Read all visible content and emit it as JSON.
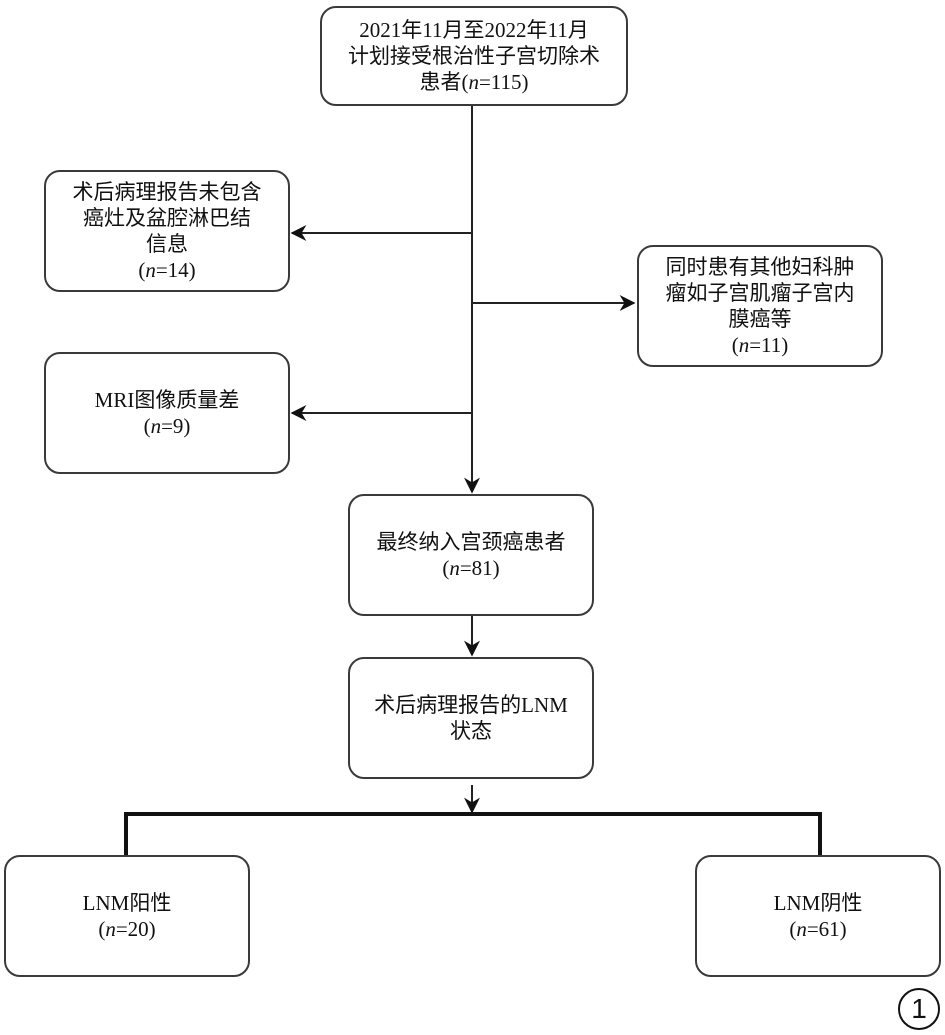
{
  "diagram": {
    "type": "flowchart",
    "nodes": {
      "start": {
        "lines": [
          "2021年11月至2022年11月",
          "计划接受根治性子宫切除术",
          "患者"
        ],
        "n_label": "n",
        "n_value": "115"
      },
      "exclude_pathology": {
        "lines": [
          "术后病理报告未包含",
          "癌灶及盆腔淋巴结",
          "信息"
        ],
        "n_label": "n",
        "n_value": "14"
      },
      "exclude_other_tumor": {
        "lines": [
          "同时患有其他妇科肿",
          "瘤如子宫肌瘤子宫内",
          "膜癌等"
        ],
        "n_label": "n",
        "n_value": "11"
      },
      "exclude_mri": {
        "lines": [
          "MRI图像质量差"
        ],
        "n_label": "n",
        "n_value": "9"
      },
      "included": {
        "lines": [
          "最终纳入宫颈癌患者"
        ],
        "n_label": "n",
        "n_value": "81"
      },
      "lnm_status": {
        "lines": [
          "术后病理报告的LNM",
          "状态"
        ]
      },
      "lnm_positive": {
        "lines": [
          "LNM阳性"
        ],
        "n_label": "n",
        "n_value": "20"
      },
      "lnm_negative": {
        "lines": [
          "LNM阴性"
        ],
        "n_label": "n",
        "n_value": "61"
      }
    },
    "edges": [
      {
        "from": "start",
        "to": "exclude_pathology"
      },
      {
        "from": "start",
        "to": "exclude_other_tumor"
      },
      {
        "from": "start",
        "to": "exclude_mri"
      },
      {
        "from": "start",
        "to": "included"
      },
      {
        "from": "included",
        "to": "lnm_status"
      },
      {
        "from": "lnm_status",
        "to": "lnm_positive"
      },
      {
        "from": "lnm_status",
        "to": "lnm_negative"
      }
    ],
    "figure_label": "1"
  },
  "text": {
    "open_paren": "(",
    "eq": "=",
    "close_paren": ")"
  }
}
